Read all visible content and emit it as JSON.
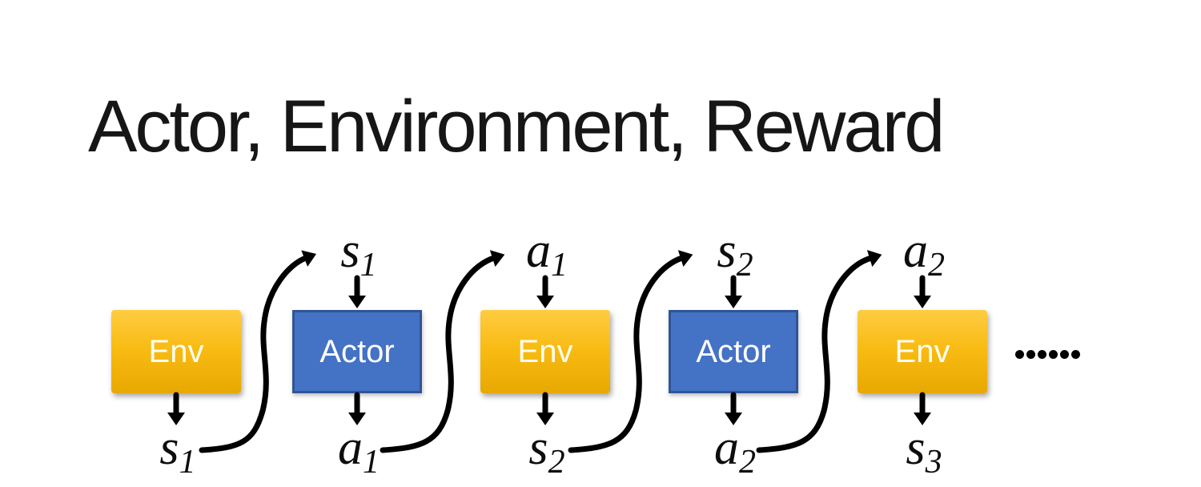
{
  "slide": {
    "title": "Actor, Environment, Reward"
  },
  "diagram": {
    "boxes": [
      {
        "label": "Env",
        "kind": "env"
      },
      {
        "label": "Actor",
        "kind": "actor"
      },
      {
        "label": "Env",
        "kind": "env"
      },
      {
        "label": "Actor",
        "kind": "actor"
      },
      {
        "label": "Env",
        "kind": "env"
      }
    ],
    "top_labels": [
      {
        "base": "s",
        "sub": "1"
      },
      {
        "base": "a",
        "sub": "1"
      },
      {
        "base": "s",
        "sub": "2"
      },
      {
        "base": "a",
        "sub": "2"
      }
    ],
    "bottom_labels": [
      {
        "base": "s",
        "sub": "1"
      },
      {
        "base": "a",
        "sub": "1"
      },
      {
        "base": "s",
        "sub": "2"
      },
      {
        "base": "a",
        "sub": "2"
      },
      {
        "base": "s",
        "sub": "3"
      }
    ],
    "ellipsis_dot_count": 6
  },
  "colors": {
    "title": "#161616",
    "box_text": "#FFFFFF",
    "env_top": "#FFCC42",
    "env_mid": "#F8BB12",
    "env_bottom": "#E8A802",
    "actor_fill": "#4472C4",
    "actor_border": "#2F5597",
    "arrow": "#000000"
  }
}
